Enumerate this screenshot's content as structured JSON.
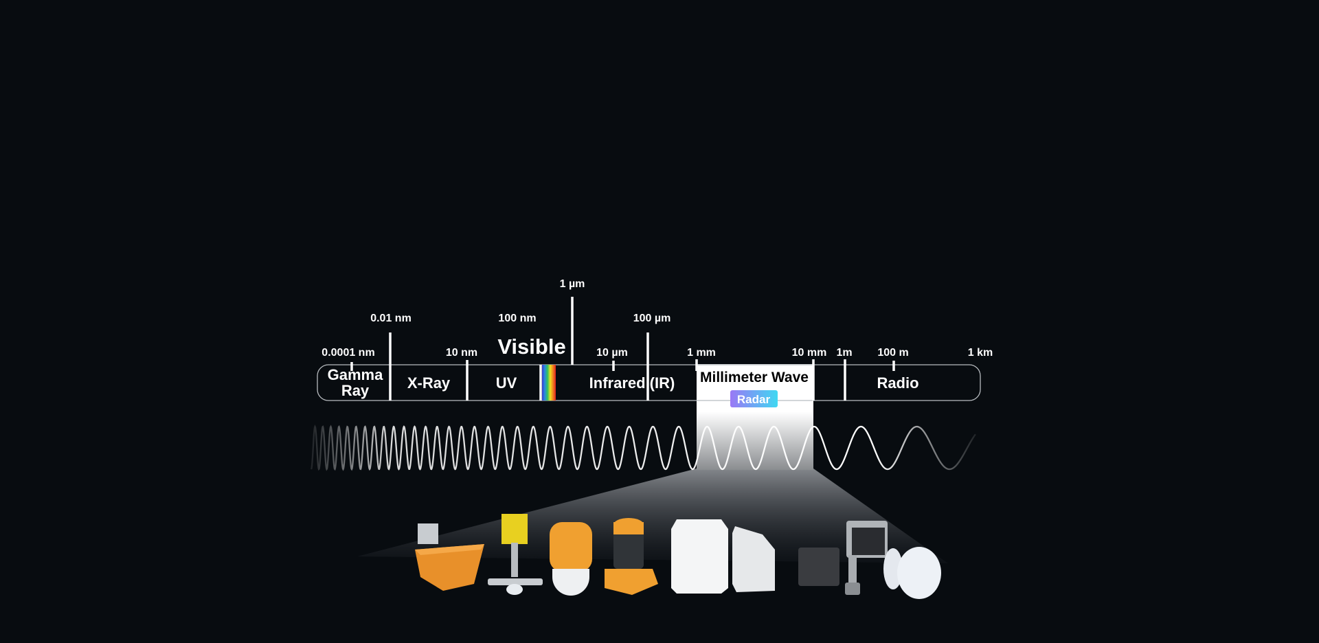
{
  "scale_labels": {
    "one_um": "1 µm",
    "p01nm": "0.01 nm",
    "nm100": "100 nm",
    "um100": "100 µm",
    "p0001nm": "0.0001 nm",
    "nm10": "10 nm",
    "um10": "10 µm",
    "mm1": "1 mm",
    "mm10": "10 mm",
    "m1": "1m",
    "m100": "100 m",
    "km1": "1 km"
  },
  "bands": {
    "gamma_1": "Gamma",
    "gamma_2": "Ray",
    "xray": "X-Ray",
    "uv": "UV",
    "visible": "Visible",
    "infrared": "Infrared (IR)",
    "mmwave": "Millimeter Wave",
    "radar": "Radar",
    "radio": "Radio"
  },
  "colors": {
    "background": "#080c10",
    "highlight": "#ffffff",
    "radar_gradient_start": "#9a78f5",
    "radar_gradient_end": "#3fd8f2",
    "product_orange": "#f0a030"
  }
}
